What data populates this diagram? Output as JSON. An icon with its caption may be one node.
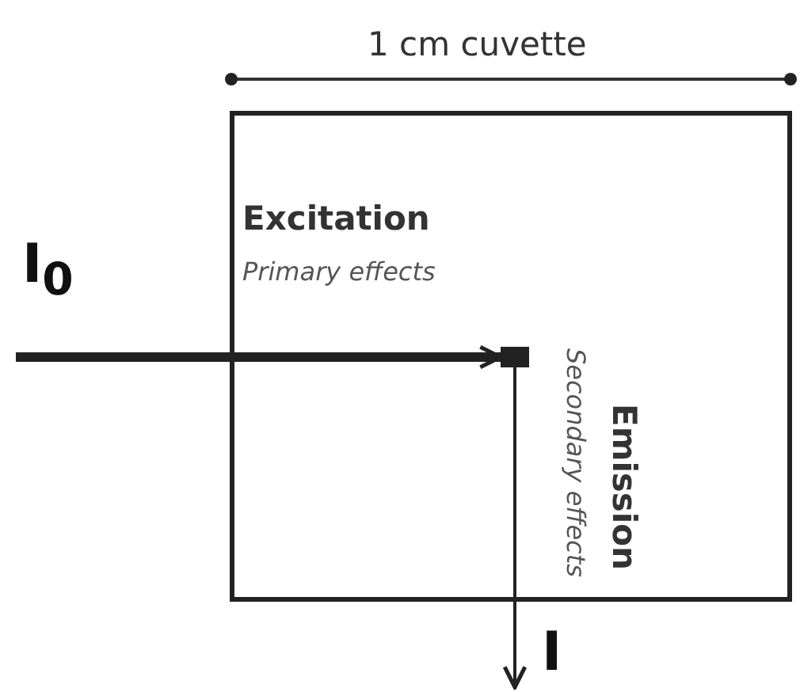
{
  "diagram": {
    "nodes": [
      {
        "text": [],
        "shape": "box"
      },
      {
        "text": [],
        "shape": "box",
        "in": 0
      }
    ],
    "edges": [
      {
        "from": null,
        "to": 1,
        "arrow": "to",
        "style": "thick"
      },
      {
        "from": 1,
        "to": null,
        "arrow": "to"
      }
    ],
    "labels": [
      "1 cm cuvette",
      "I$_{0}$",
      "Excitation",
      "Primary effects",
      "Secondary effects",
      "Emission",
      "I"
    ]
  }
}
